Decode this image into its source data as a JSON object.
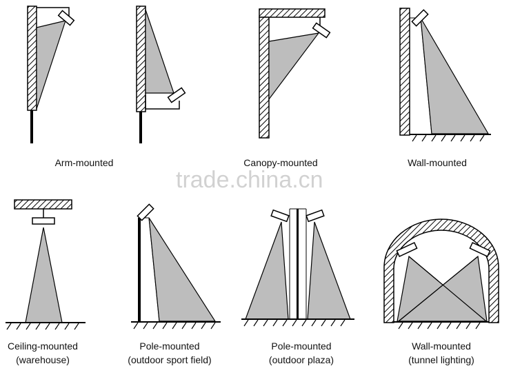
{
  "captions": {
    "arm": "Arm-mounted",
    "canopy": "Canopy-mounted",
    "wall": "Wall-mounted",
    "ceiling_line1": "Ceiling-mounted",
    "ceiling_line2": "(warehouse)",
    "pole_sport_line1": "Pole-mounted",
    "pole_sport_line2": "(outdoor sport field)",
    "pole_plaza_line1": "Pole-mounted",
    "pole_plaza_line2": "(outdoor plaza)",
    "tunnel_line1": "Wall-mounted",
    "tunnel_line2": "(tunnel lighting)"
  },
  "watermark": "trade.china.cn",
  "colors": {
    "beam": "#bdbdbd",
    "line": "#000000",
    "background": "#ffffff"
  }
}
